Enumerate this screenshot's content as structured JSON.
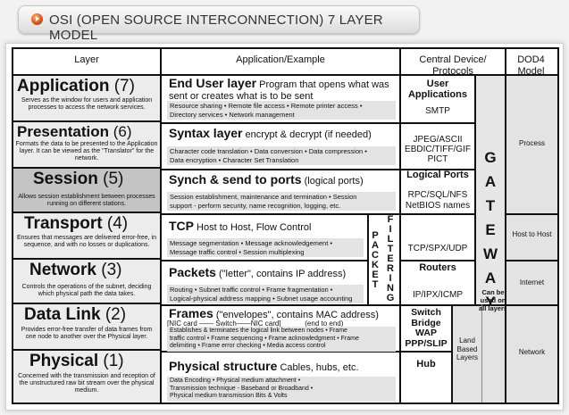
{
  "title": "OSI (OPEN SOURCE INTERCONNECTION) 7 LAYER MODEL",
  "headers": {
    "layer": "Layer",
    "application": "Application/Example",
    "central": "Central Device/ Protocols",
    "dod": "DOD4 Model"
  },
  "layers": [
    {
      "name": "Application",
      "num": "(7)",
      "desc": "Serves as the window for users and application processes to access the network services.",
      "head_bold": "End User layer",
      "head_rest": " Program that opens what was sent or creates what is to be sent",
      "body": [
        "Resource sharing • Remote file access • Remote printer access •",
        "Directory services • Network management"
      ],
      "protocol": "User Applications",
      "protocol2": "SMTP"
    },
    {
      "name": "Presentation",
      "num": "(6)",
      "desc": "Formats the data to be presented to the Application layer. It can be viewed as the \"Translator\" for the network.",
      "head_bold": "Syntax layer",
      "head_rest": " encrypt & decrypt (if needed)",
      "body": [
        "Character code translation • Data conversion • Data compression •",
        "Data encryption • Character Set Translation"
      ],
      "protocol": "JPEG/ASCII EBDIC/TIFF/GIF PICT"
    },
    {
      "name": "Session",
      "num": "(5)",
      "desc": "Allows session establishment between processes running on different stations.",
      "head_bold": "Synch & send to ports",
      "head_rest": " (logical ports)",
      "body": [
        "Session establishment, maintenance and termination • Session",
        "support - perform security, name recognition, logging, etc."
      ],
      "protocol": "Logical Ports",
      "protocol2": "RPC/SQL/NFS NetBIOS names"
    },
    {
      "name": "Transport",
      "num": "(4)",
      "desc": "Ensures that messages are delivered error-free, in sequence, and with no losses or duplications.",
      "head_bold": "TCP",
      "head_rest": " Host to Host, Flow Control",
      "body": [
        "Message segmentation • Message acknowledgement •",
        "Message traffic control • Session multiplexing"
      ],
      "protocol": "TCP/SPX/UDP"
    },
    {
      "name": "Network",
      "num": "(3)",
      "desc": "Controls the operations of the subnet, deciding which physical path the data takes.",
      "head_bold": "Packets",
      "head_rest": " (\"letter\", contains IP address)",
      "body": [
        "Routing • Subnet traffic control • Frame fragmentation •",
        "Logical-physical address mapping • Subnet usage accounting"
      ],
      "protocol": "Routers",
      "protocol2": "IP/IPX/ICMP"
    },
    {
      "name": "Data Link",
      "num": "(2)",
      "desc": "Provides error-free transfer of data frames from one node to another over the Physical layer.",
      "head_bold": "Frames",
      "head_rest": " (\"envelopes\", contains MAC address)",
      "sub": "[NIC card —— Switch——NIC card]            (end to end)",
      "body": [
        "Establishes & terminates the logical link between nodes • Frame",
        "traffic control • Frame sequencing • Frame acknowledgment • Frame",
        "delimiting • Frame error checking • Media access control"
      ],
      "protocol": "Switch Bridge WAP PPP/SLIP"
    },
    {
      "name": "Physical",
      "num": "(1)",
      "desc": "Concerned with the transmission and reception of the unstructured raw bit stream over the physical medium.",
      "head_bold": "Physical structure",
      "head_rest": " Cables, hubs, etc.",
      "body": [
        "Data Encoding • Physical medium attachment •",
        "Transmission technique - Baseband or Broadband •",
        "Physical medium transmission Bits & Volts"
      ],
      "protocol": "Hub"
    }
  ],
  "packet": [
    "P",
    "A",
    "C",
    "K",
    "E",
    "T"
  ],
  "filtering": [
    "F",
    "I",
    "L",
    "T",
    "E",
    "R",
    "I",
    "N",
    "G"
  ],
  "gateway": [
    "G",
    "A",
    "T",
    "E",
    "W",
    "A",
    "Y"
  ],
  "gateway_note": "Can be used on all layers",
  "land_based": "Land Based Layers",
  "dod": {
    "process": "Process",
    "host": "Host to Host",
    "internet": "Internet",
    "network": "Network"
  }
}
